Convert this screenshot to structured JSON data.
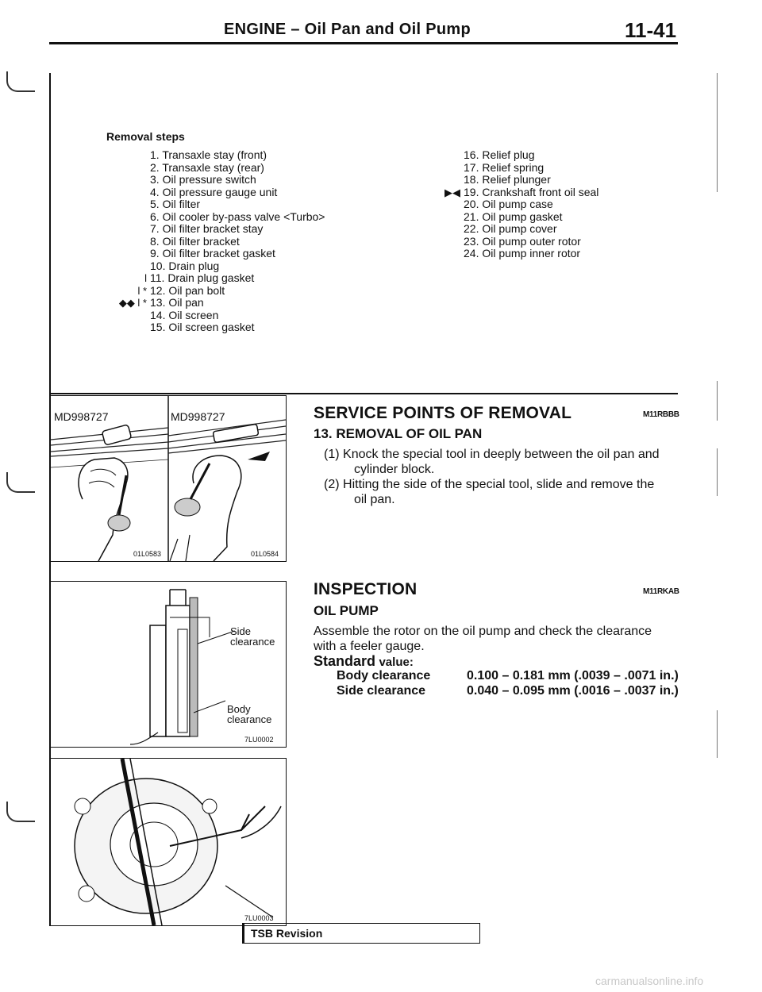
{
  "header": {
    "title": "ENGINE – Oil Pan and Oil Pump",
    "page_number": "11-41"
  },
  "removal": {
    "heading": "Removal steps",
    "left_steps": [
      {
        "mark": "",
        "text": "1. Transaxle stay (front)"
      },
      {
        "mark": "",
        "text": "2. Transaxle stay (rear)"
      },
      {
        "mark": "",
        "text": "3. Oil pressure switch"
      },
      {
        "mark": "",
        "text": "4. Oil pressure gauge unit"
      },
      {
        "mark": "",
        "text": "5. Oil filter"
      },
      {
        "mark": "",
        "text": "6. Oil cooler by-pass valve <Turbo>"
      },
      {
        "mark": "",
        "text": "7. Oil filter bracket stay"
      },
      {
        "mark": "",
        "text": "8. Oil filter bracket"
      },
      {
        "mark": "",
        "text": "9. Oil filter bracket gasket"
      },
      {
        "mark": "",
        "text": "10. Drain plug"
      },
      {
        "mark": "l",
        "text": "11. Drain plug gasket"
      },
      {
        "mark": "l *",
        "text": "12. Oil pan bolt"
      },
      {
        "mark": "◆◆  l *",
        "text": "13. Oil pan"
      },
      {
        "mark": "",
        "text": "14. Oil screen"
      },
      {
        "mark": "",
        "text": "15. Oil screen gasket"
      }
    ],
    "right_steps": [
      {
        "mark": "",
        "text": "16. Relief plug"
      },
      {
        "mark": "",
        "text": "17. Relief spring"
      },
      {
        "mark": "",
        "text": "18. Relief plunger"
      },
      {
        "mark": "▶◀",
        "text": "19. Crankshaft front oil seal"
      },
      {
        "mark": "",
        "text": "20. Oil pump case"
      },
      {
        "mark": "",
        "text": "21. Oil pump gasket"
      },
      {
        "mark": "",
        "text": "22. Oil pump cover"
      },
      {
        "mark": "",
        "text": "23. Oil pump outer rotor"
      },
      {
        "mark": "",
        "text": "24. Oil pump inner rotor"
      }
    ]
  },
  "figures": {
    "fig1": {
      "tool_left": "MD998727",
      "tool_right": "MD998727",
      "id_left": "01L0583",
      "id_right": "01L0584"
    },
    "fig2": {
      "label_side": "Side\nclearance",
      "label_body": "Body\nclearance",
      "id": "7LU0002"
    },
    "fig3": {
      "id": "7LU0003"
    }
  },
  "service": {
    "title": "SERVICE POINTS OF REMOVAL",
    "code": "M11RBBB",
    "subtitle": "13. REMOVAL OF OIL PAN",
    "steps": [
      {
        "num": "(1)",
        "line1": "Knock the special tool in deeply between the oil pan and",
        "line2": "cylinder block."
      },
      {
        "num": "(2)",
        "line1": "Hitting the side of the special tool, slide and remove the",
        "line2": "oil pan."
      }
    ]
  },
  "inspection": {
    "title": "INSPECTION",
    "code": "M11RKAB",
    "subtitle": "OIL PUMP",
    "text_line1": "Assemble the rotor on the oil pump and check the clearance",
    "text_line2": "with a feeler gauge.",
    "standard_label": "Standard",
    "standard_suffix": "value:",
    "rows": [
      {
        "label": "Body clearance",
        "value": "0.100 – 0.181 mm (.0039 – .0071 in.)"
      },
      {
        "label": "Side clearance",
        "value": "0.040 – 0.095 mm (.0016 – .0037 in.)"
      }
    ]
  },
  "footer": {
    "tsb": "TSB Revision"
  },
  "watermark": "carmanualsonline.info"
}
